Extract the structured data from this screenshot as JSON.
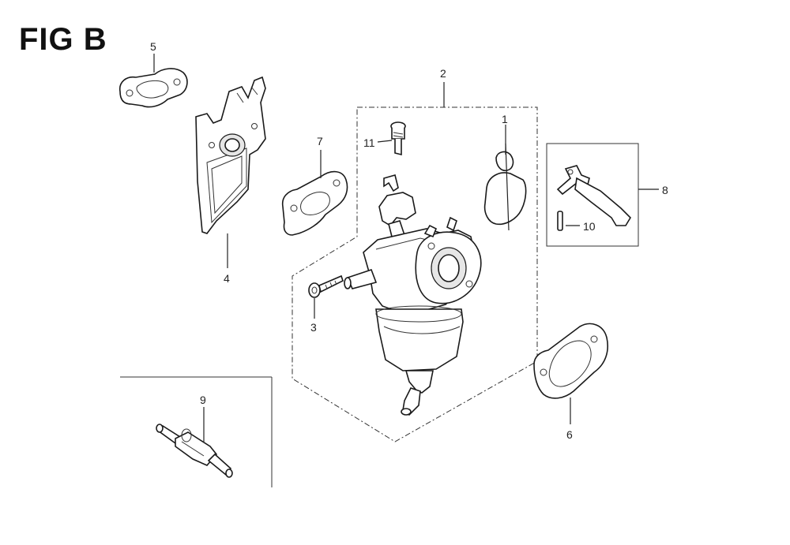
{
  "figure": {
    "title": "FIG B"
  },
  "callouts": {
    "c1": "1",
    "c2": "2",
    "c3": "3",
    "c4": "4",
    "c5": "5",
    "c6": "6",
    "c7": "7",
    "c8": "8",
    "c9": "9",
    "c10": "10",
    "c11": "11"
  },
  "parts": [
    {
      "ref": "1",
      "icon": "float-icon"
    },
    {
      "ref": "2",
      "icon": "carburetor-assembly-icon"
    },
    {
      "ref": "3",
      "icon": "screw-icon"
    },
    {
      "ref": "4",
      "icon": "insulator-plate-icon"
    },
    {
      "ref": "5",
      "icon": "gasket-icon"
    },
    {
      "ref": "6",
      "icon": "gasket-icon"
    },
    {
      "ref": "7",
      "icon": "gasket-icon"
    },
    {
      "ref": "8",
      "icon": "lever-icon"
    },
    {
      "ref": "9",
      "icon": "fuel-filter-icon"
    },
    {
      "ref": "10",
      "icon": "pin-icon"
    },
    {
      "ref": "11",
      "icon": "jet-icon"
    }
  ]
}
